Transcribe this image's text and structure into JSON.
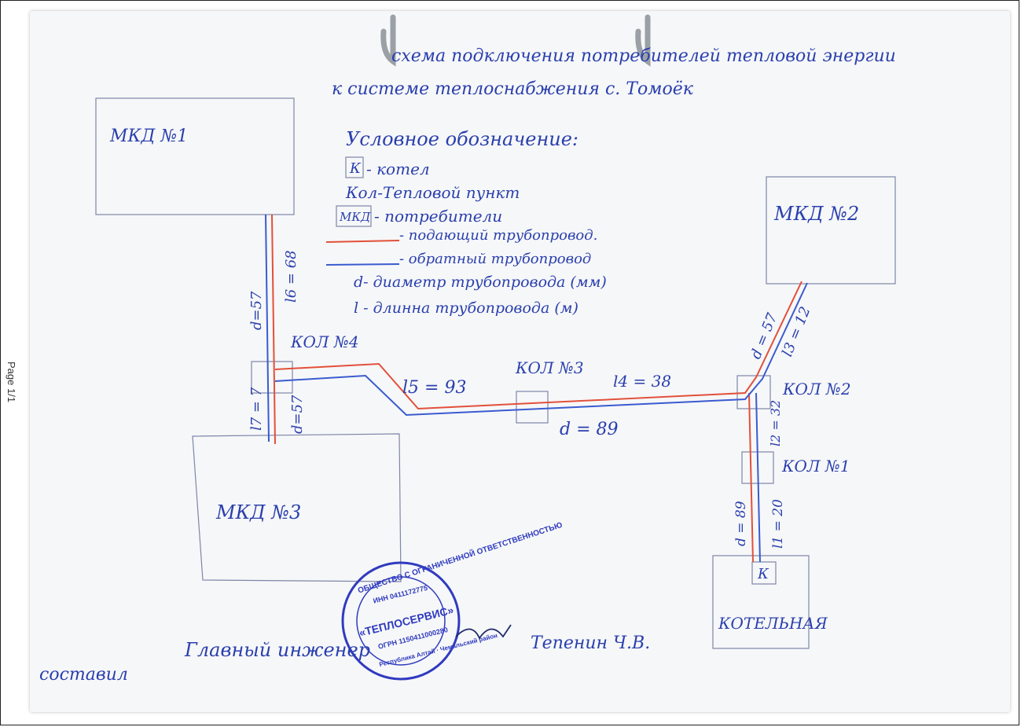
{
  "page": {
    "label": "Page 1/1"
  },
  "title": {
    "line1": "схема подключения потребителей тепловой энергии",
    "line2": "к системе теплоснабжения с. Томоёк"
  },
  "legend": {
    "heading": "Условное обозначение:",
    "boiler_box": "К",
    "boiler_text": "- котел",
    "heatpoint": "Кол-Тепловой пункт",
    "consumer_box": "МКД",
    "consumer_text": "- потребители",
    "supply_text": "- подающий трубопровод.",
    "return_text": "- обратный трубопровод",
    "diameter_text": "d- диаметр трубопровода (мм)",
    "length_text": "l - длинна трубопровода (м)"
  },
  "buildings": {
    "mkd1": "МКД №1",
    "mkd2": "МКД №2",
    "mkd3": "МКД №3",
    "boiler_house": "КОТЕЛЬНАЯ",
    "boiler": "К"
  },
  "nodes": {
    "kol1": "КОЛ №1",
    "kol2": "КОЛ №2",
    "kol3": "КОЛ №3",
    "kol4": "КОЛ №4"
  },
  "pipe_labels": {
    "d57_mkd1": "d=57",
    "l6_68": "l6 = 68",
    "l7_7": "l7 = 7",
    "d57_mkd3": "d=57",
    "l5_93": "l5 = 93",
    "l4_38": "l4 = 38",
    "d89_main": "d = 89",
    "d57_mkd2": "d = 57",
    "l3_12": "l3 = 12",
    "l2_32": "l2 = 32",
    "d89_boiler": "d = 89",
    "l1_20": "l1 = 20"
  },
  "signature": {
    "composed": "составил",
    "position": "Главный инженер",
    "name": "Тепенин Ч.В."
  },
  "stamp": {
    "outer_text": "ОБЩЕСТВО С ОГРАНИЧЕННОЙ ОТВЕТСТВЕННОСТЬЮ",
    "inn": "ИНН 0411172775",
    "company": "«ТЕПЛОСЕРВИС»",
    "ogrn": "ОГРН 1150411000280",
    "region": "Республика Алтай · Чемальский район"
  },
  "colors": {
    "supply": "#e2503a",
    "return": "#3a5bd0",
    "ink": "#2a3fae",
    "stamp": "#2f3bbf"
  }
}
